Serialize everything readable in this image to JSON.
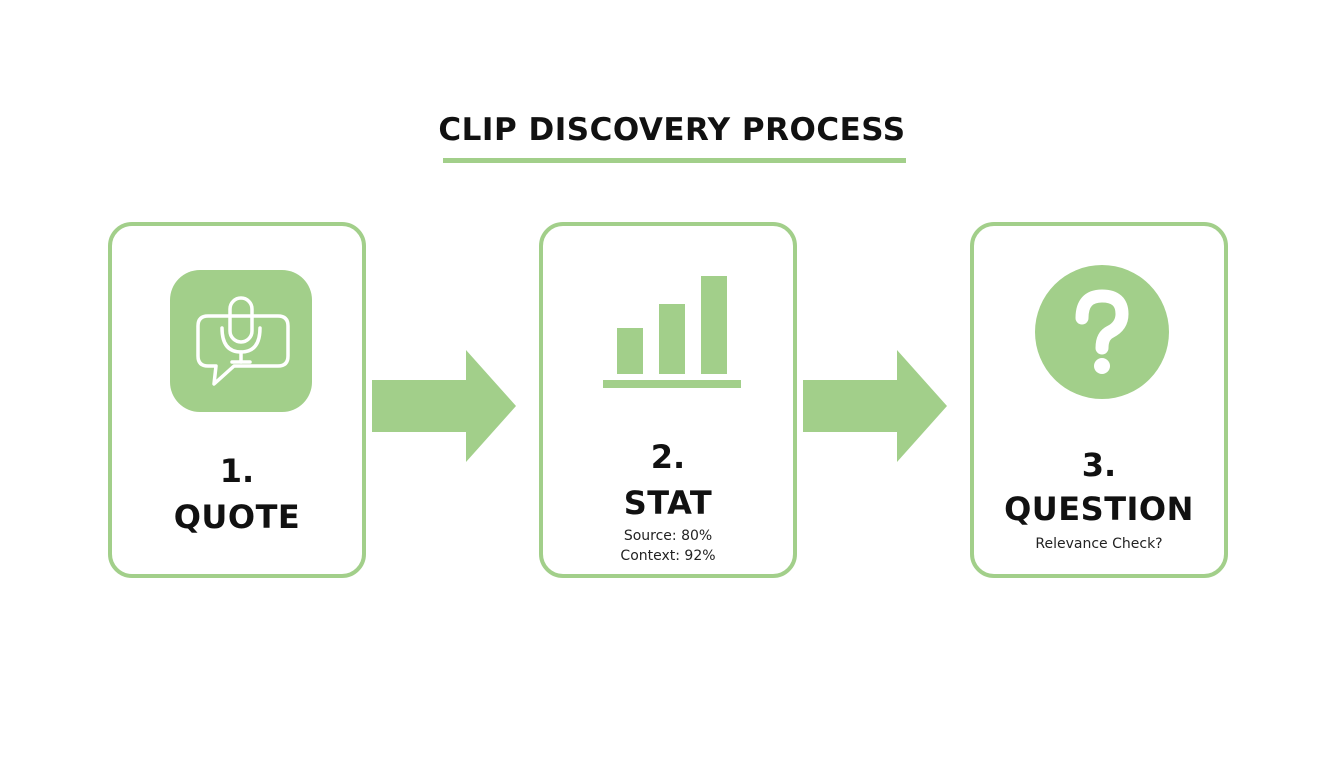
{
  "title": "CLIP DISCOVERY PROCESS",
  "colors": {
    "accent": "#a2cf8a",
    "text": "#111111",
    "background": "#ffffff"
  },
  "steps": [
    {
      "number": "1.",
      "label": "QUOTE",
      "icon": "speech-bubble-microphone-icon"
    },
    {
      "number": "2.",
      "label": "STAT",
      "details": [
        "Source: 80%",
        "Context: 92%"
      ],
      "icon": "bar-chart-icon"
    },
    {
      "number": "3.",
      "label": "QUESTION",
      "details": [
        "Relevance Check?"
      ],
      "icon": "question-mark-icon"
    }
  ]
}
